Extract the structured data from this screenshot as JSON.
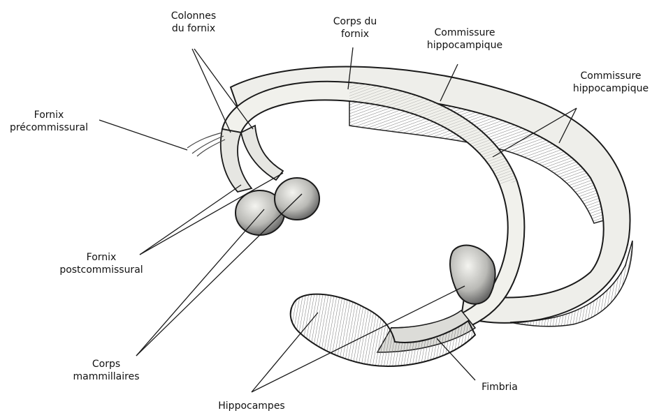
{
  "labels": {
    "colonnes_fornix": [
      "Colonnes",
      "du fornix"
    ],
    "corps_fornix": [
      "Corps du",
      "fornix"
    ],
    "commissure_1": [
      "Commissure",
      "hippocampique"
    ],
    "commissure_2": [
      "Commissure",
      "hippocampique"
    ],
    "fornix_precommissural": [
      "Fornix",
      "précommissural"
    ],
    "fornix_postcommissural": [
      "Fornix",
      "postcommissural"
    ],
    "corps_mammillaires": [
      "Corps",
      "mammillaires"
    ],
    "hippocampes": "Hippocampes",
    "fimbria": "Fimbria"
  },
  "colors": {
    "ink": "#1a1a1a",
    "tract_fill": "#efefea",
    "shade": "#8a8a8a",
    "hatch": "#6a6a6a"
  }
}
